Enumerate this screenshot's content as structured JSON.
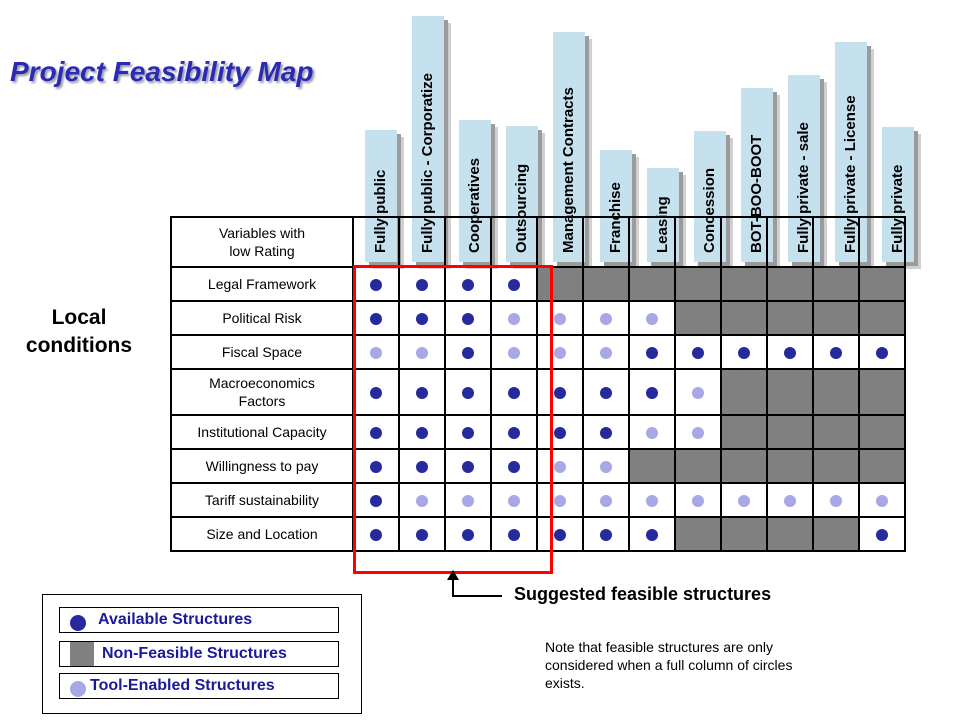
{
  "title": "Project Feasibility Map",
  "local_conditions": [
    "Local",
    "conditions"
  ],
  "header_cell": [
    "Variables with",
    "low Rating"
  ],
  "columns": [
    "Fully public",
    "Fully public - Corporatize",
    "Cooperatives",
    "Outsourcing",
    "Management Contracts",
    "Franchise",
    "Leasing",
    "Concession",
    "BOT-BOO-BOOT",
    "Fully private - sale",
    "Fully private - License",
    "Fully private"
  ],
  "rows": [
    {
      "label": [
        "Legal Framework"
      ],
      "cells": [
        "A",
        "A",
        "A",
        "A",
        "N",
        "N",
        "N",
        "N",
        "N",
        "N",
        "N",
        "N"
      ]
    },
    {
      "label": [
        "Political Risk"
      ],
      "cells": [
        "A",
        "A",
        "A",
        "T",
        "T",
        "T",
        "T",
        "N",
        "N",
        "N",
        "N",
        "N"
      ]
    },
    {
      "label": [
        "Fiscal Space"
      ],
      "cells": [
        "T",
        "T",
        "A",
        "T",
        "T",
        "T",
        "A",
        "A",
        "A",
        "A",
        "A",
        "A"
      ]
    },
    {
      "label": [
        "Macroeconomics",
        "Factors"
      ],
      "cells": [
        "A",
        "A",
        "A",
        "A",
        "A",
        "A",
        "A",
        "T",
        "N",
        "N",
        "N",
        "N"
      ]
    },
    {
      "label": [
        "Institutional Capacity"
      ],
      "cells": [
        "A",
        "A",
        "A",
        "A",
        "A",
        "A",
        "T",
        "T",
        "N",
        "N",
        "N",
        "N"
      ]
    },
    {
      "label": [
        "Willingness to pay"
      ],
      "cells": [
        "A",
        "A",
        "A",
        "A",
        "T",
        "T",
        "N",
        "N",
        "N",
        "N",
        "N",
        "N"
      ]
    },
    {
      "label": [
        "Tariff sustainability"
      ],
      "cells": [
        "A",
        "T",
        "T",
        "T",
        "T",
        "T",
        "T",
        "T",
        "T",
        "T",
        "T",
        "T"
      ]
    },
    {
      "label": [
        "Size and Location"
      ],
      "cells": [
        "A",
        "A",
        "A",
        "A",
        "A",
        "A",
        "A",
        "N",
        "N",
        "N",
        "N",
        "A"
      ]
    }
  ],
  "suggested_label": "Suggested feasible structures",
  "note": "Note that feasible structures are only considered when a full column of circles exists.",
  "legend": {
    "available": "Available Structures",
    "non_feasible": "Non-Feasible Structures",
    "tool_enabled": "Tool-Enabled Structures"
  },
  "colors": {
    "available": "#262a9c",
    "tool_enabled": "#a8a8e6",
    "non_feasible": "#808080",
    "header_fill": "#c6e1ee",
    "highlight": "#ff0000",
    "title": "#2a2ab2"
  }
}
